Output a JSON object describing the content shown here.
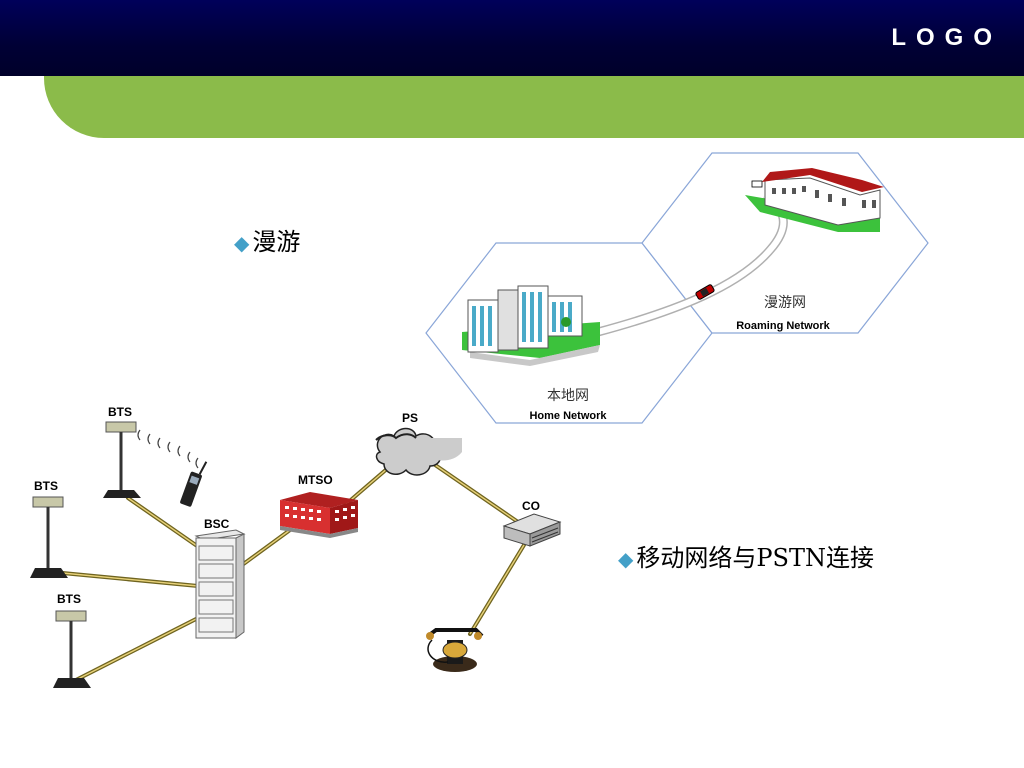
{
  "header": {
    "logo": "LOGO"
  },
  "bullets": [
    {
      "text": "漫游"
    },
    {
      "text": "移动网络与PSTN连接"
    }
  ],
  "roaming": {
    "home_cn": "本地网",
    "home_en": "Home Network",
    "roam_cn": "漫游网",
    "roam_en": "Roaming Network"
  },
  "network": {
    "bts_labels": [
      "BTS",
      "BTS",
      "BTS"
    ],
    "bsc": "BSC",
    "mtso": "MTSO",
    "pstn": "PS",
    "co": "CO"
  },
  "colors": {
    "header": "#000040",
    "accent_green": "#8bbb4a",
    "bullet": "#43a0c8",
    "cable": "#8a7a2a"
  }
}
